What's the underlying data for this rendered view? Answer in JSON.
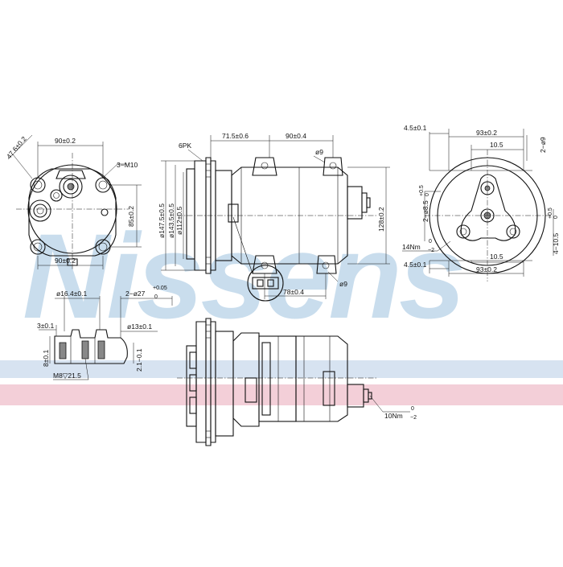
{
  "watermark": {
    "text": "Nissens",
    "color": "#9ec3e0",
    "band_blue": "#d7e3f1",
    "band_red": "#f3cfd8"
  },
  "front_view": {
    "dim_width_top": "90±0.2",
    "dim_width_bottom": "90±0.2",
    "dim_height": "85±0.2",
    "dim_angle": "47.6±0.2",
    "thread": "3−M10"
  },
  "side_view": {
    "belt": "6PK",
    "dim_71_5": "71.5±0.6",
    "dim_90_4": "90±0.4",
    "hole_top": "ø9",
    "hole_bottom": "ø9",
    "dia_147": "ø147.5±0.5",
    "dia_143": "ø143.5±0.5",
    "dia_112": "ø112±0.5",
    "dim_128": "128±0.2",
    "dim_78": "78±0.4"
  },
  "rear_view": {
    "dim_4_5_top": "4.5±0.1",
    "dim_93_top": "93±0.2",
    "dim_10_5_top": "10.5",
    "dim_2_9": "2−ø9",
    "dim_2_8_5": "2−ø8.5",
    "tol_8_5_upper": "+0.5",
    "tol_8_5_lower": "0",
    "dim_4_10_5": "4−10.5",
    "tol_10_5_upper": "+0.5",
    "tol_10_5_lower": "0",
    "torque": "14Nm",
    "torque_tol_upper": "0",
    "torque_tol_lower": "−2",
    "dim_10_5_bottom": "10.5",
    "dim_4_5_bottom": "4.5±0.1",
    "dim_93_bottom": "93±0.2"
  },
  "port_detail": {
    "dia_16_4": "ø16.4±0.1",
    "dim_2_27": "2−ø27",
    "tol_27_upper": "+0.05",
    "tol_27_lower": "0",
    "dim_3": "3±0.1",
    "dia_13": "ø13±0.1",
    "dim_8": "8±0.1",
    "dim_2_1": "2.1−0.1",
    "thread": "M8▽21.5"
  },
  "bottom_view": {
    "torque": "10Nm",
    "torque_tol_upper": "0",
    "torque_tol_lower": "−2"
  }
}
